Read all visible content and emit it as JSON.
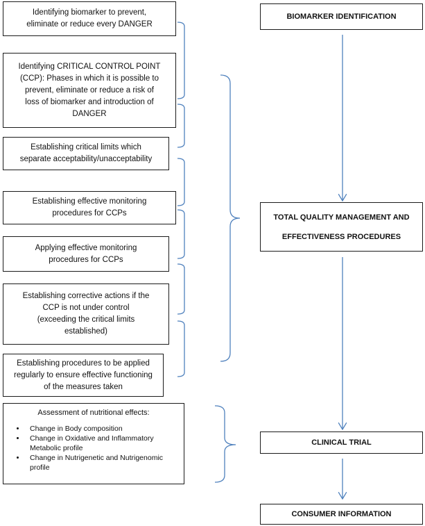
{
  "steps": [
    "Identifying biomarker to prevent, \neliminate or reduce every DANGER",
    "Identifying CRITICAL CONTROL POINT\n(CCP): Phases in which it is possible to\nprevent, eliminate or reduce a risk of\nloss of biomarker and introduction of\nDANGER",
    "Establishing critical limits which\nseparate acceptability/unacceptability",
    "Establishing effective monitoring\nprocedures for CCPs",
    "Applying effective monitoring\nprocedures for CCPs",
    "Establishing corrective actions if the\nCCP is not under control\n(exceeding the critical limits\nestablished)",
    "Establishing procedures to be applied\nregularly to ensure effective functioning\nof the measures taken"
  ],
  "assessment": {
    "title": "Assessment of nutritional effects:",
    "items": [
      "Change in Body composition",
      "Change in Oxidative and Inflammatory Metabolic profile",
      "Change in Nutrigenetic and Nutrigenomic profile"
    ]
  },
  "stages": {
    "biomarker": "BIOMARKER IDENTIFICATION",
    "tqm_line1": "TOTAL QUALITY MANAGEMENT AND",
    "tqm_line2": "EFFECTIVENESS PROCEDURES",
    "clinical": "CLINICAL TRIAL",
    "consumer": "CONSUMER INFORMATION"
  },
  "colors": {
    "connector": "#4f81bd",
    "border": "#1a1a1a"
  }
}
